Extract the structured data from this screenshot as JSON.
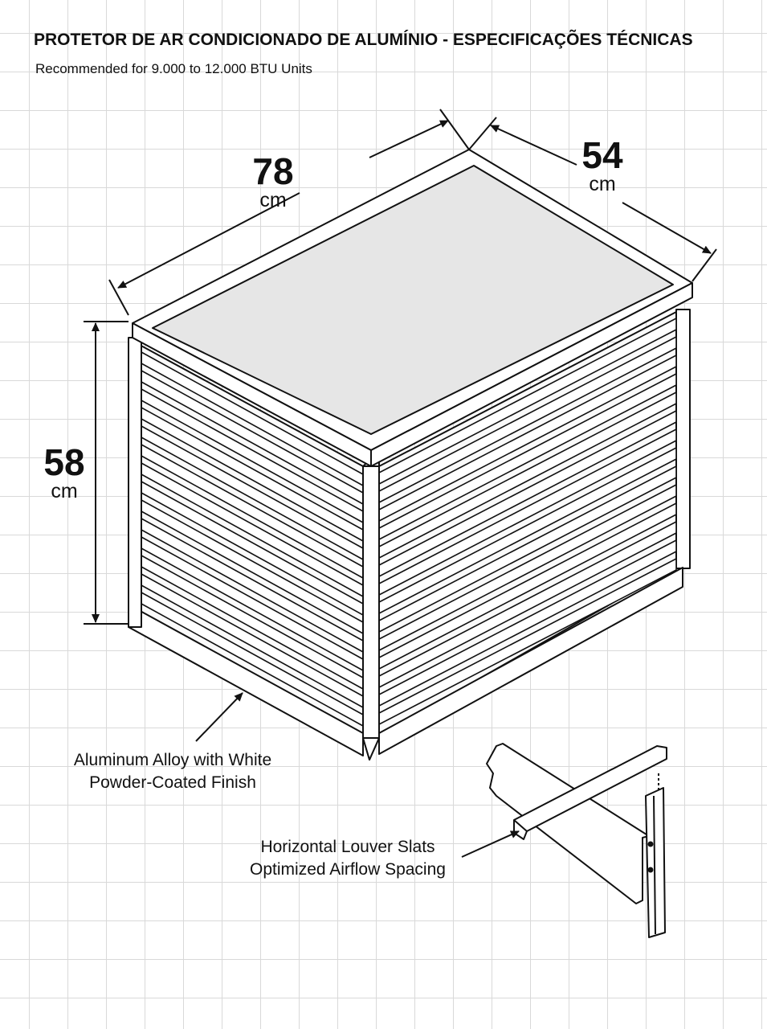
{
  "header": {
    "title": "PROTETOR DE AR CONDICIONADO DE ALUMÍNIO - ESPECIFICAÇÕES TÉCNICAS",
    "subtitle": "Recommended for 9.000 to 12.000 BTU Units"
  },
  "dimensions": {
    "width": {
      "value": "78",
      "unit": "cm"
    },
    "depth": {
      "value": "54",
      "unit": "cm"
    },
    "height": {
      "value": "58",
      "unit": "cm"
    }
  },
  "callouts": {
    "material": {
      "line1": "Aluminum Alloy with White",
      "line2": "Powder-Coated Finish"
    },
    "slats": {
      "line1": "Horizontal Louver Slats",
      "line2": "Optimized Airflow Spacing"
    }
  },
  "colors": {
    "ink": "#111111",
    "grid": "#d9d9d9",
    "top_fill": "#e6e6e6",
    "slat_fill": "#ffffff"
  }
}
